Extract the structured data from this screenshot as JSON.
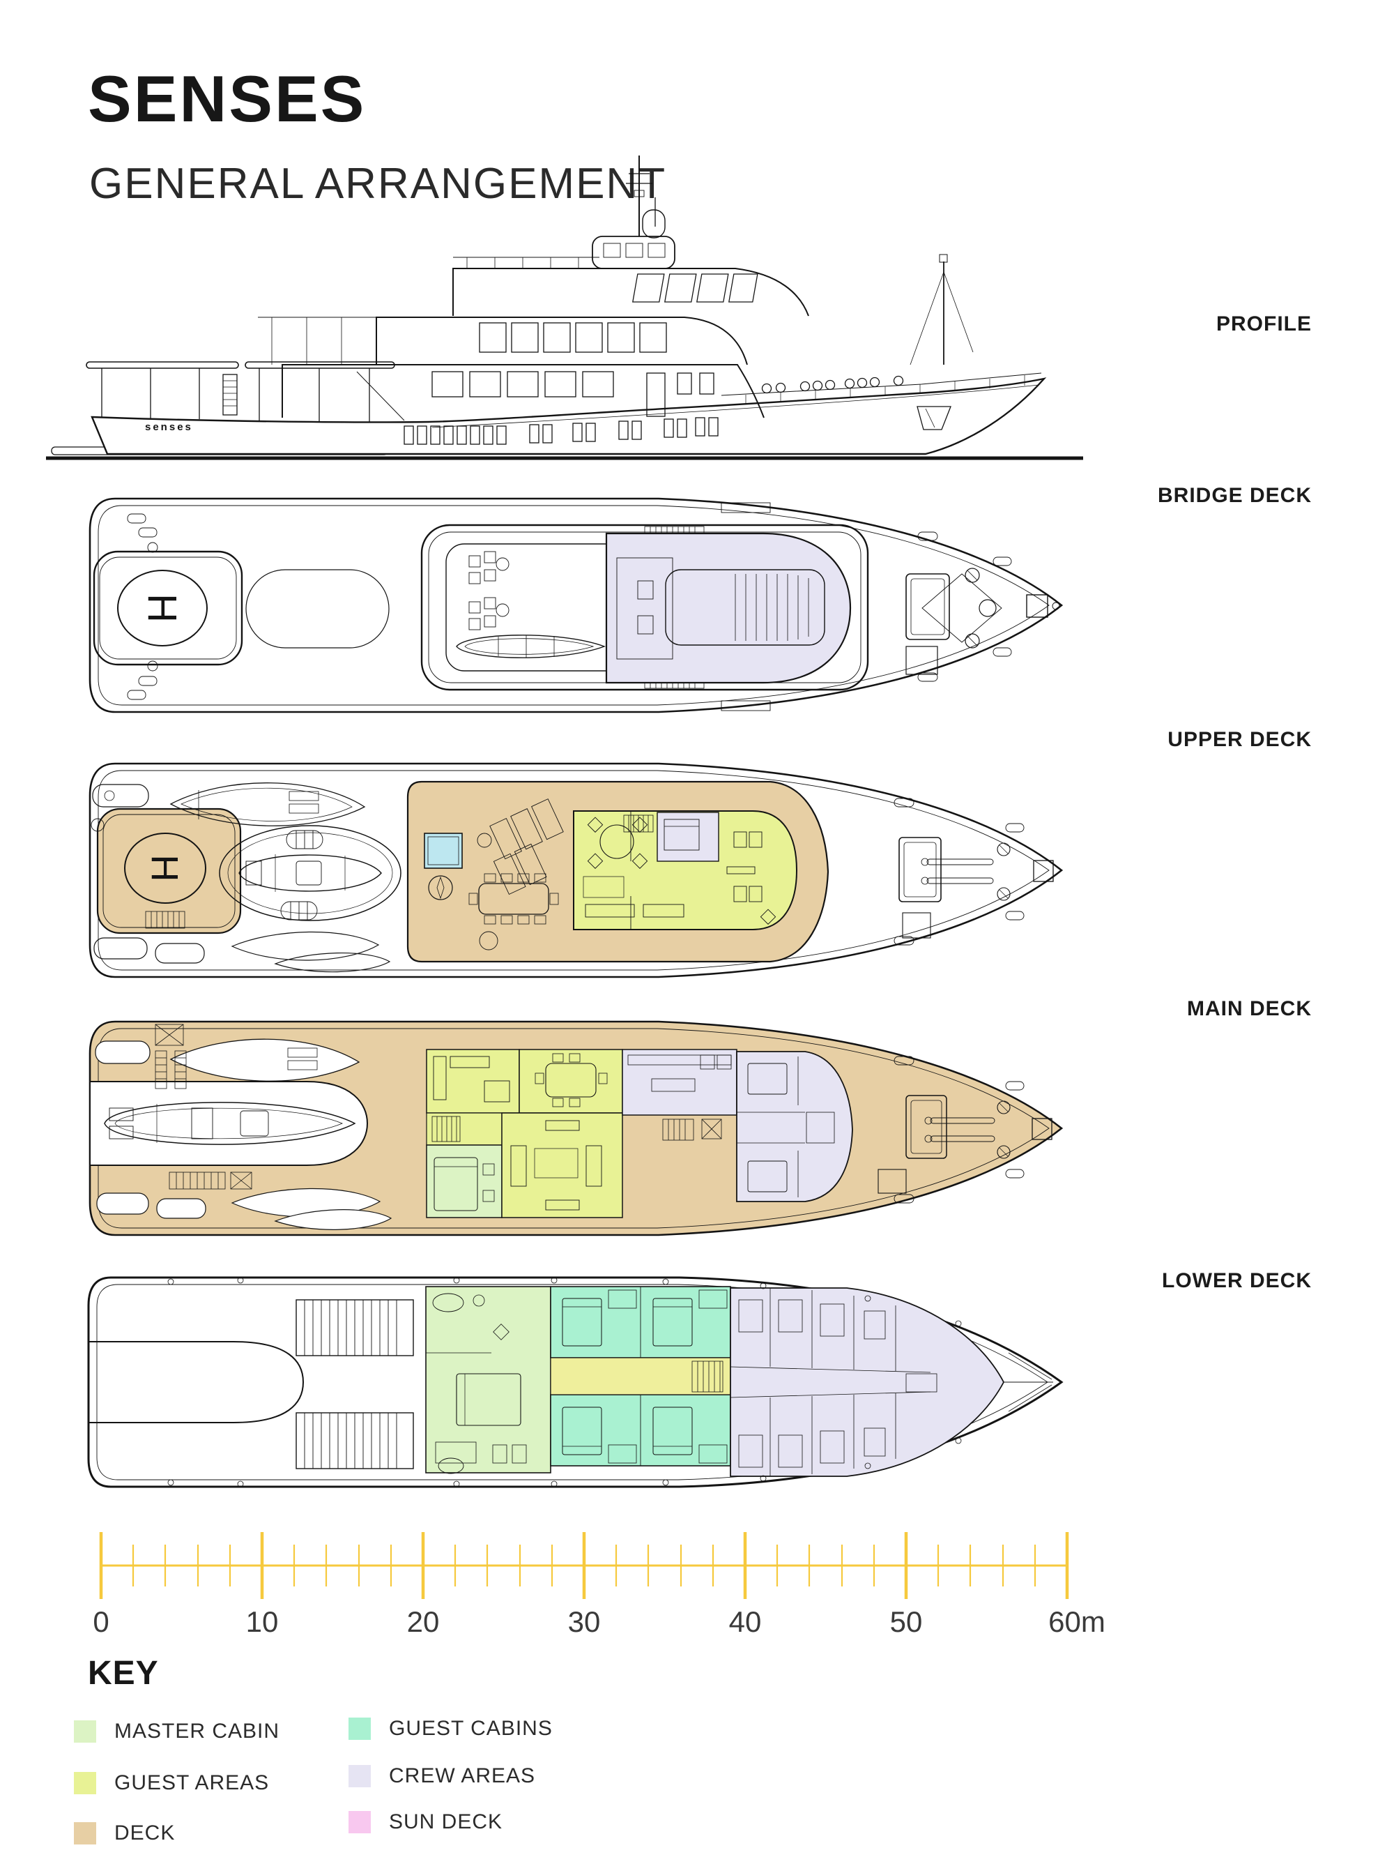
{
  "title": "SENSES",
  "subtitle": "GENERAL ARRANGEMENT",
  "hull_name": "senses",
  "helipad_letter": "H",
  "sections": [
    {
      "label": "PROFILE"
    },
    {
      "label": "BRIDGE DECK"
    },
    {
      "label": "UPPER DECK"
    },
    {
      "label": "MAIN DECK"
    },
    {
      "label": "LOWER DECK"
    }
  ],
  "scale_bar": {
    "unit": "m",
    "min": 0,
    "max": 60,
    "major_interval_m": 10,
    "minor_interval_m": 2,
    "color": "#F6C93D",
    "labels": [
      "0",
      "10",
      "20",
      "30",
      "40",
      "50",
      "60m"
    ]
  },
  "key": {
    "heading": "KEY",
    "items": [
      {
        "label": "MASTER CABIN",
        "color": "#DCF3C4"
      },
      {
        "label": "GUEST AREAS",
        "color": "#E8F295"
      },
      {
        "label": "DECK",
        "color": "#E7CFA4"
      },
      {
        "label": "GUEST CABINS",
        "color": "#A9F1D1"
      },
      {
        "label": "CREW AREAS",
        "color": "#E6E4F3"
      },
      {
        "label": "SUN DECK",
        "color": "#F8C8EF"
      }
    ]
  }
}
